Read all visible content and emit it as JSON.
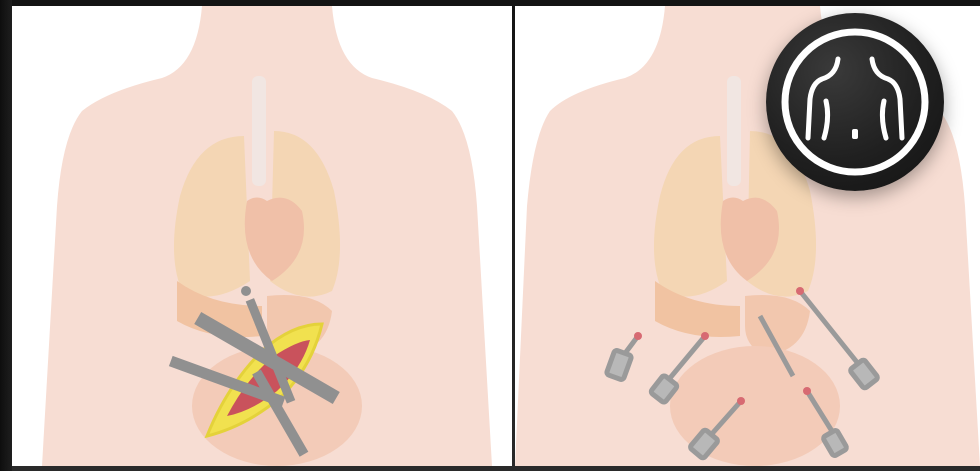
{
  "figure": {
    "panels": [
      {
        "id": "open-surgery",
        "instrument_count": 3
      },
      {
        "id": "laparoscopic-surgery",
        "port_count": 5
      }
    ],
    "badge_icon": "human-torso-icon",
    "colors": {
      "body": "#f6d9cf",
      "organs": "#f2c9b2",
      "lungs": "#f3cfa0",
      "incision": "#e8e36a",
      "tissue": "#c8505a",
      "instrument": "#8e8e8e",
      "badge": "#1f1f1f"
    }
  }
}
